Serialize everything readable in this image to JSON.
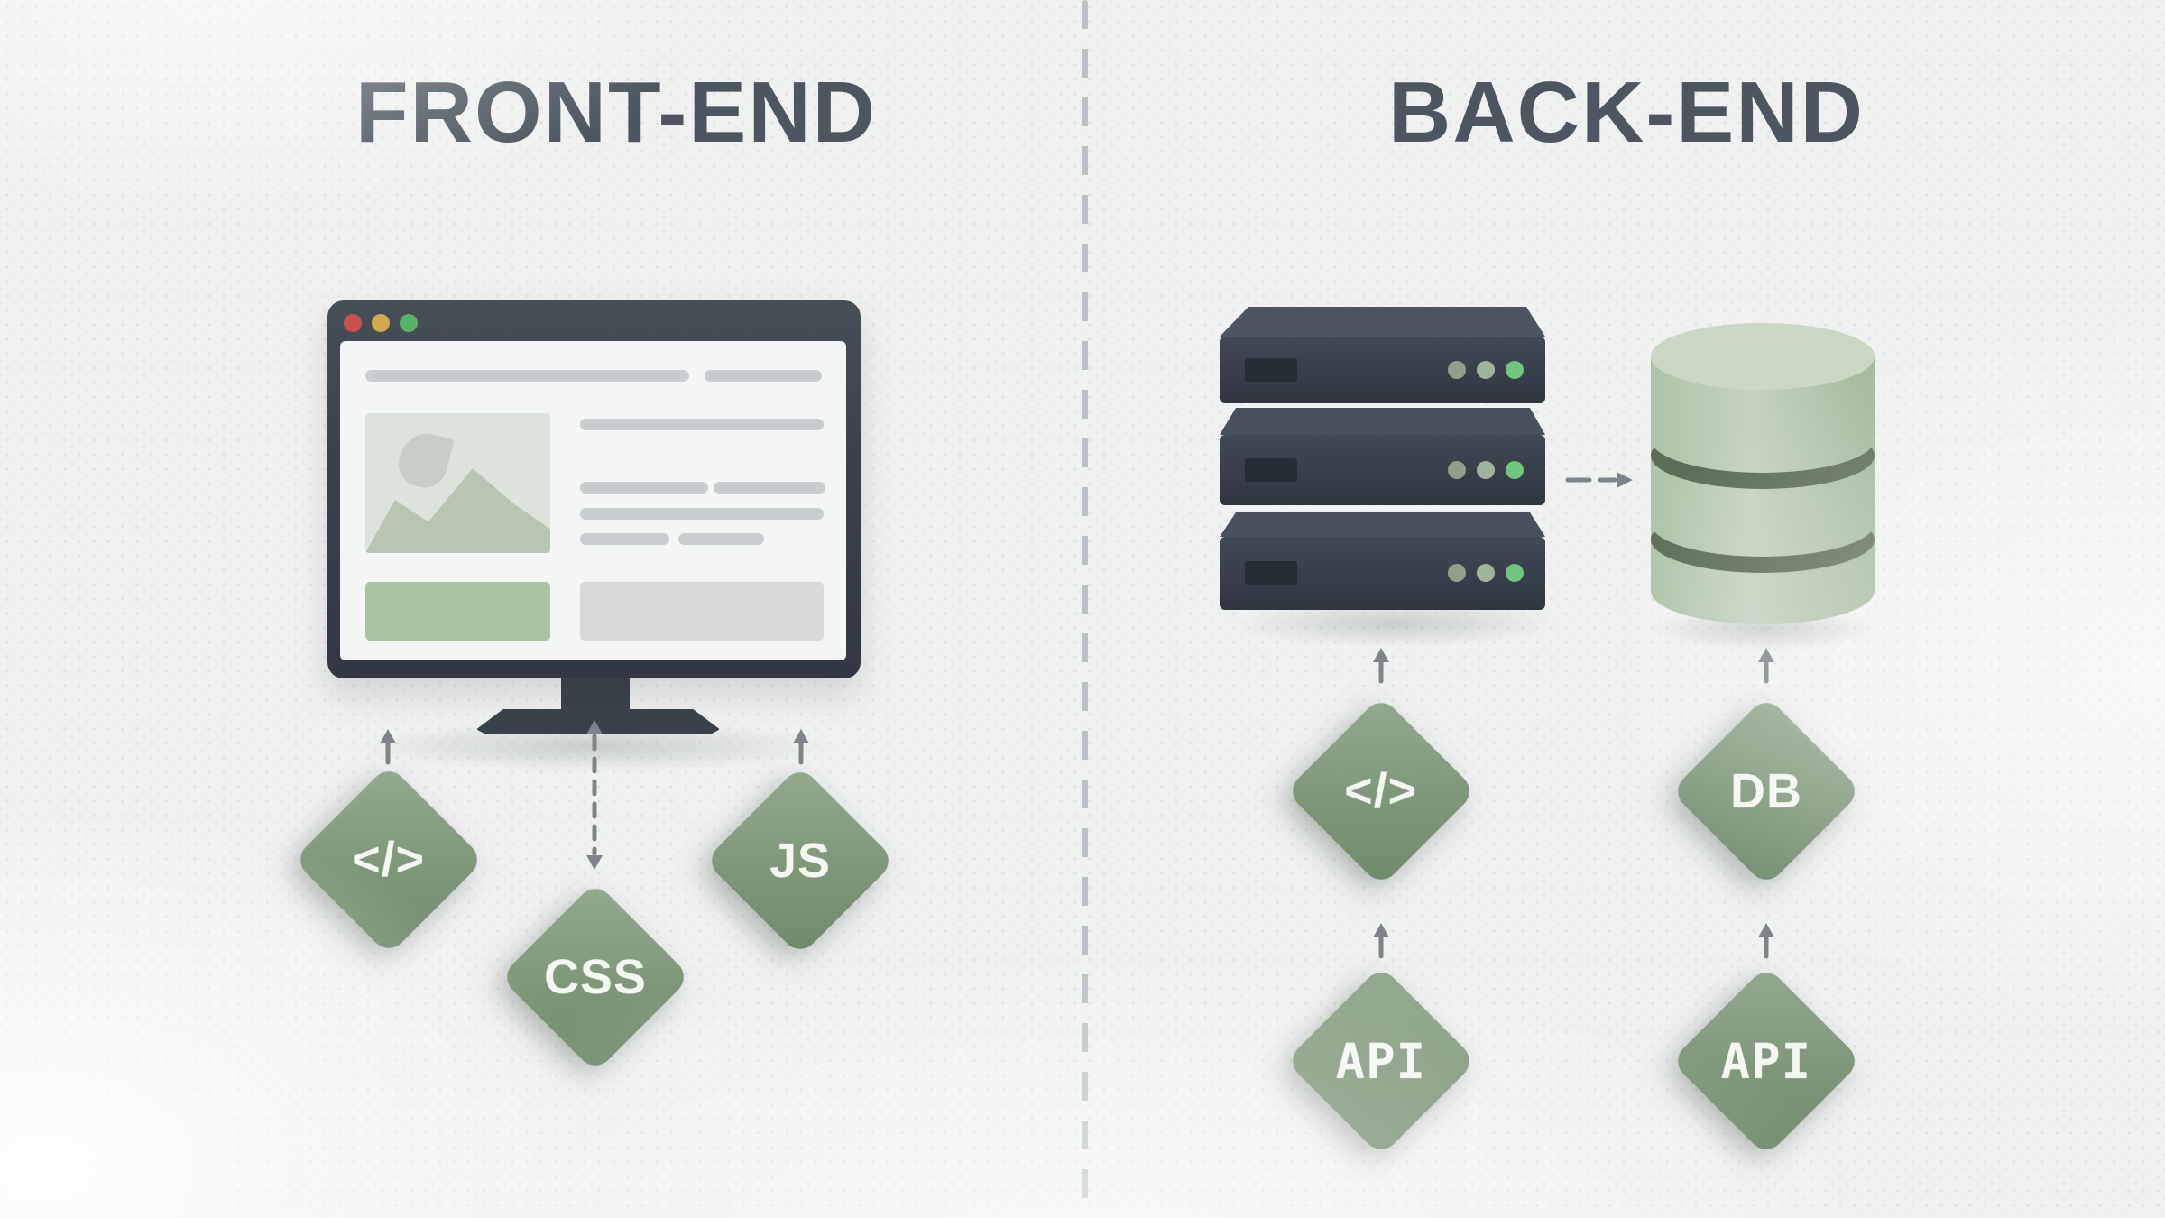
{
  "left": {
    "title": "FRONT-END",
    "badge_code": "</>",
    "badge_css": "CSS",
    "badge_js": "JS"
  },
  "right": {
    "title": "BACK-END",
    "badge_code": "</>",
    "badge_db": "DB",
    "badge_api_left": "API",
    "badge_api_right": "API"
  },
  "colors": {
    "background": "#f0f2f1",
    "title_gray": "#4d5660",
    "badge_green": "#7e9779",
    "dark_slate": "#3a424c",
    "db_cylinder_green": "#b5c8b0",
    "db_band_green": "#5c6e57",
    "led_bright_green": "#6fc67c",
    "traffic_red": "#c9514b",
    "traffic_amber": "#d2a94e",
    "traffic_green": "#57b365",
    "arrow_gray": "#7d858b",
    "divider_gray": "#b3bbc0",
    "webpage_green_block": "#a9c3a3"
  }
}
